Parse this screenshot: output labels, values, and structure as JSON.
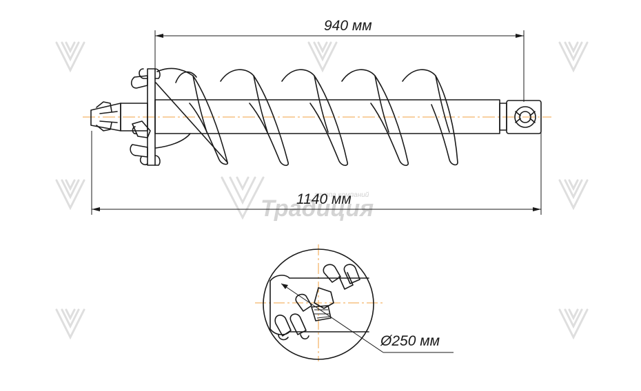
{
  "dimensions": {
    "screw_length": "940 мм",
    "total_length": "1140 мм",
    "diameter": "Ø250 мм"
  },
  "watermark": {
    "company_line": "группа компаний",
    "brand": "Традиция"
  },
  "colors": {
    "line": "#1a1a1a",
    "axis": "#f0a040",
    "watermark": "#dedede"
  }
}
